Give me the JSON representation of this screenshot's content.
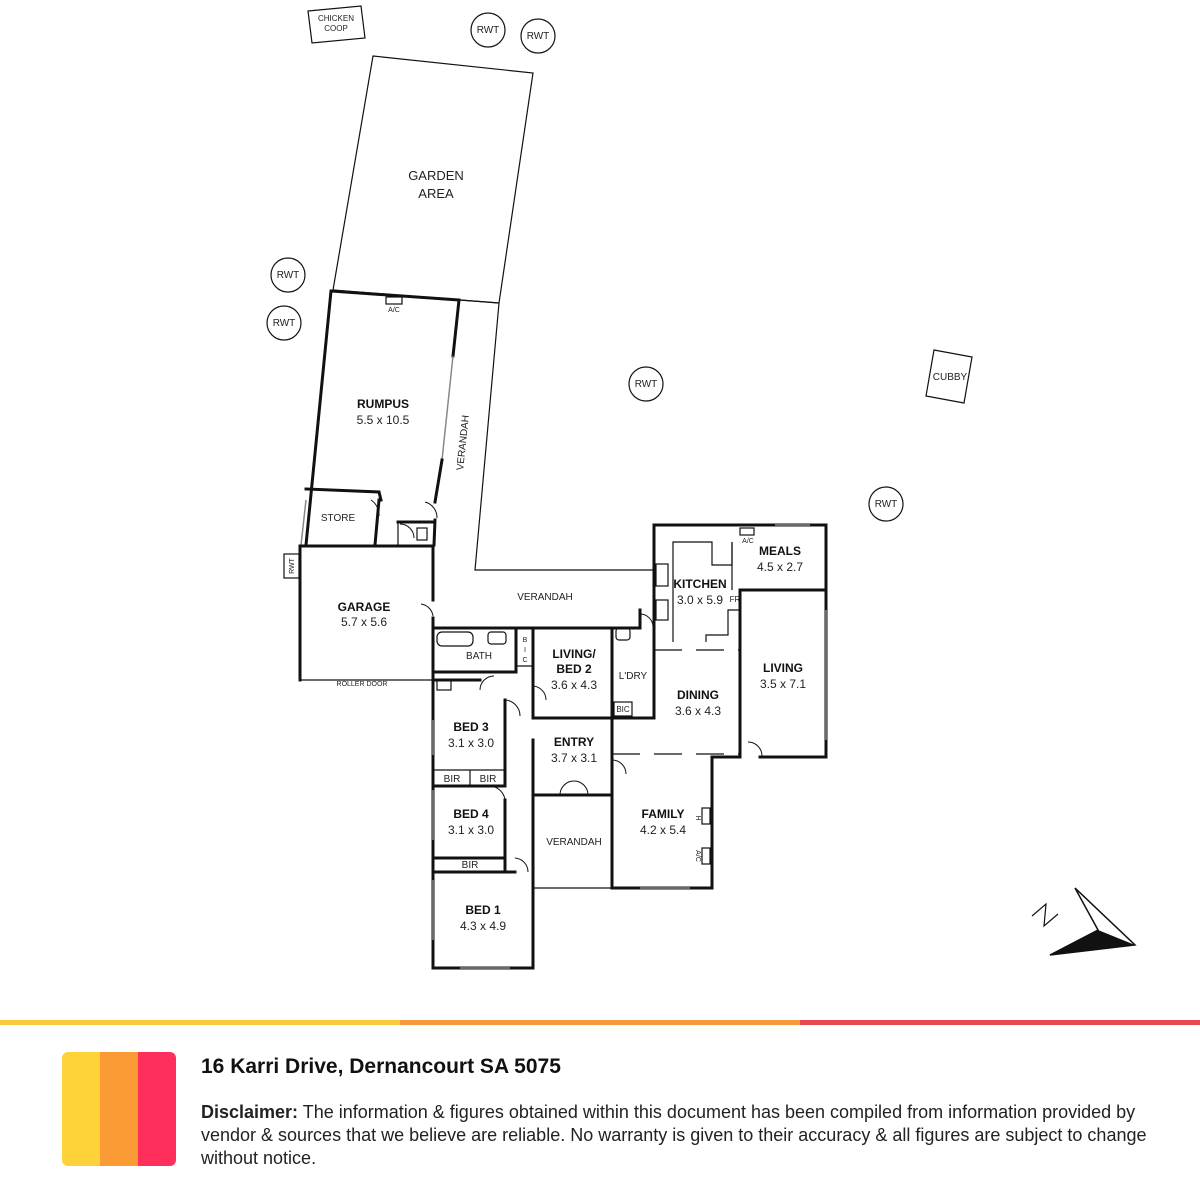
{
  "plan": {
    "features": {
      "chicken_coop": [
        "CHICKEN",
        "COOP"
      ],
      "rwt_label": "RWT",
      "cubby": "CUBBY",
      "garden_area": [
        "GARDEN",
        "AREA"
      ],
      "ac_label": "A/C",
      "h_label": "H",
      "fr_label": "FR",
      "roller_door": "ROLLER DOOR"
    },
    "rooms": {
      "rumpus": {
        "name": "RUMPUS",
        "dims": "5.5 x 10.5"
      },
      "store": {
        "name": "STORE"
      },
      "verandah_side": {
        "name": "VERANDAH"
      },
      "verandah_main": {
        "name": "VERANDAH"
      },
      "verandah_front": {
        "name": "VERANDAH"
      },
      "garage": {
        "name": "GARAGE",
        "dims": "5.7 x 5.6"
      },
      "bath": {
        "name": "BATH"
      },
      "bic_living": {
        "name": [
          "B",
          "I",
          "C"
        ]
      },
      "living_bed2": {
        "name": [
          "LIVING/",
          "BED 2"
        ],
        "dims": "3.6 x 4.3"
      },
      "laundry": {
        "name": "L'DRY"
      },
      "bic": {
        "name": "BIC"
      },
      "kitchen": {
        "name": "KITCHEN",
        "dims": "3.0 x 5.9"
      },
      "meals": {
        "name": "MEALS",
        "dims": "4.5 x 2.7"
      },
      "living": {
        "name": "LIVING",
        "dims": "3.5 x 7.1"
      },
      "dining": {
        "name": "DINING",
        "dims": "3.6 x 4.3"
      },
      "bed3": {
        "name": "BED 3",
        "dims": "3.1 x 3.0"
      },
      "bir_a": {
        "name": "BIR"
      },
      "bir_b": {
        "name": "BIR"
      },
      "bed4": {
        "name": "BED 4",
        "dims": "3.1 x 3.0"
      },
      "bir_c": {
        "name": "BIR"
      },
      "entry": {
        "name": "ENTRY",
        "dims": "3.7 x 3.1"
      },
      "family": {
        "name": "FAMILY",
        "dims": "4.2 x 5.4"
      },
      "bed1": {
        "name": "BED 1",
        "dims": "4.3 x 4.9"
      }
    }
  },
  "footer": {
    "address": "16 Karri Drive, Dernancourt SA 5075",
    "disclaimer_label": "Disclaimer:",
    "disclaimer_text": " The information & figures obtained within this document has been compiled from information provided by vendor & sources that we believe are reliable. No warranty is given to their accuracy & all figures are subject to change without notice."
  },
  "colors": {
    "bar": [
      "#fbc93d",
      "#f49a3a",
      "#e5484f"
    ],
    "logo": [
      "#ffd23a",
      "#fb9b35",
      "#ff2f5b"
    ]
  }
}
